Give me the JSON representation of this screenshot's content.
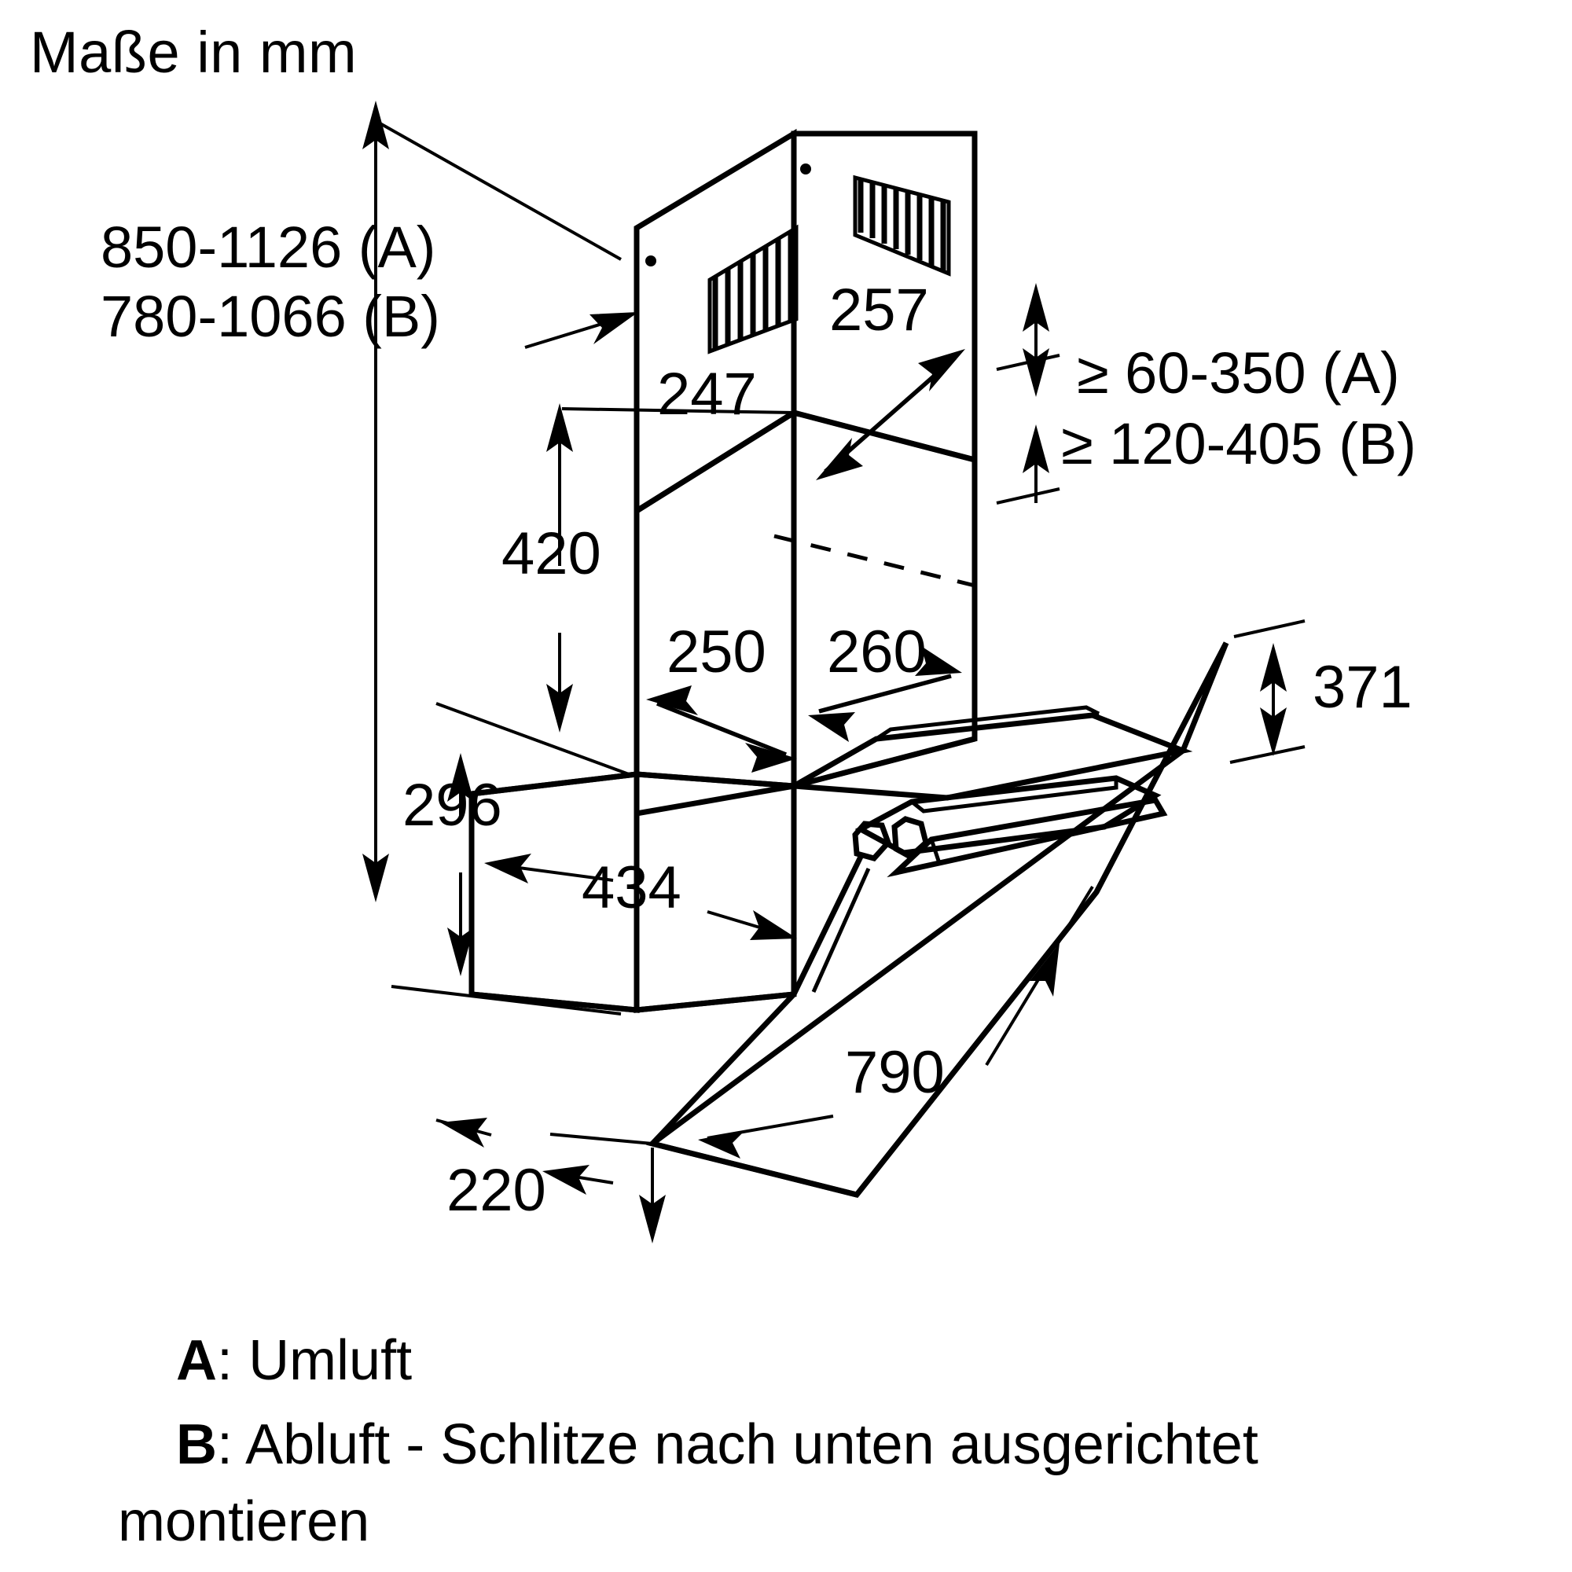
{
  "title": "Maße in mm",
  "diagram": {
    "name": "wall-mounted-angled-glass-cooker-hood-dimension-drawing",
    "units": "mm"
  },
  "dimensions": {
    "height_range_a": "850-1126 (A)",
    "height_range_b": "780-1066 (B)",
    "chimney_upper_depth": "257",
    "chimney_lower_depth": "247",
    "chimney_height": "420",
    "chimney_width_front": "250",
    "chimney_width_side": "260",
    "canopy_height": "296",
    "canopy_depth": "434",
    "glass_panel_height": "371",
    "glass_panel_width": "790",
    "base_depth": "220",
    "clearance_a": "≥ 60-350 (A)",
    "clearance_b": "≥ 120-405 (B)"
  },
  "legend": {
    "a_key": "A",
    "a_sep": ": ",
    "a_text": "Umluft",
    "b_key": "B",
    "b_sep": ": ",
    "b_text_line1": "Abluft - Schlitze nach unten ausgerichtet",
    "b_text_line2": "montieren"
  },
  "chart_data": {
    "type": "table",
    "title": "Maße in mm",
    "categories": [
      "850-1126 (A)",
      "780-1066 (B)",
      "257",
      "247",
      "420",
      "250",
      "260",
      "296",
      "434",
      "371",
      "790",
      "220",
      "≥ 60-350 (A)",
      "≥ 120-405 (B)"
    ],
    "values": [
      1126,
      1066,
      257,
      247,
      420,
      250,
      260,
      296,
      434,
      371,
      790,
      220,
      350,
      405
    ],
    "xlabel": "",
    "ylabel": "mm"
  }
}
